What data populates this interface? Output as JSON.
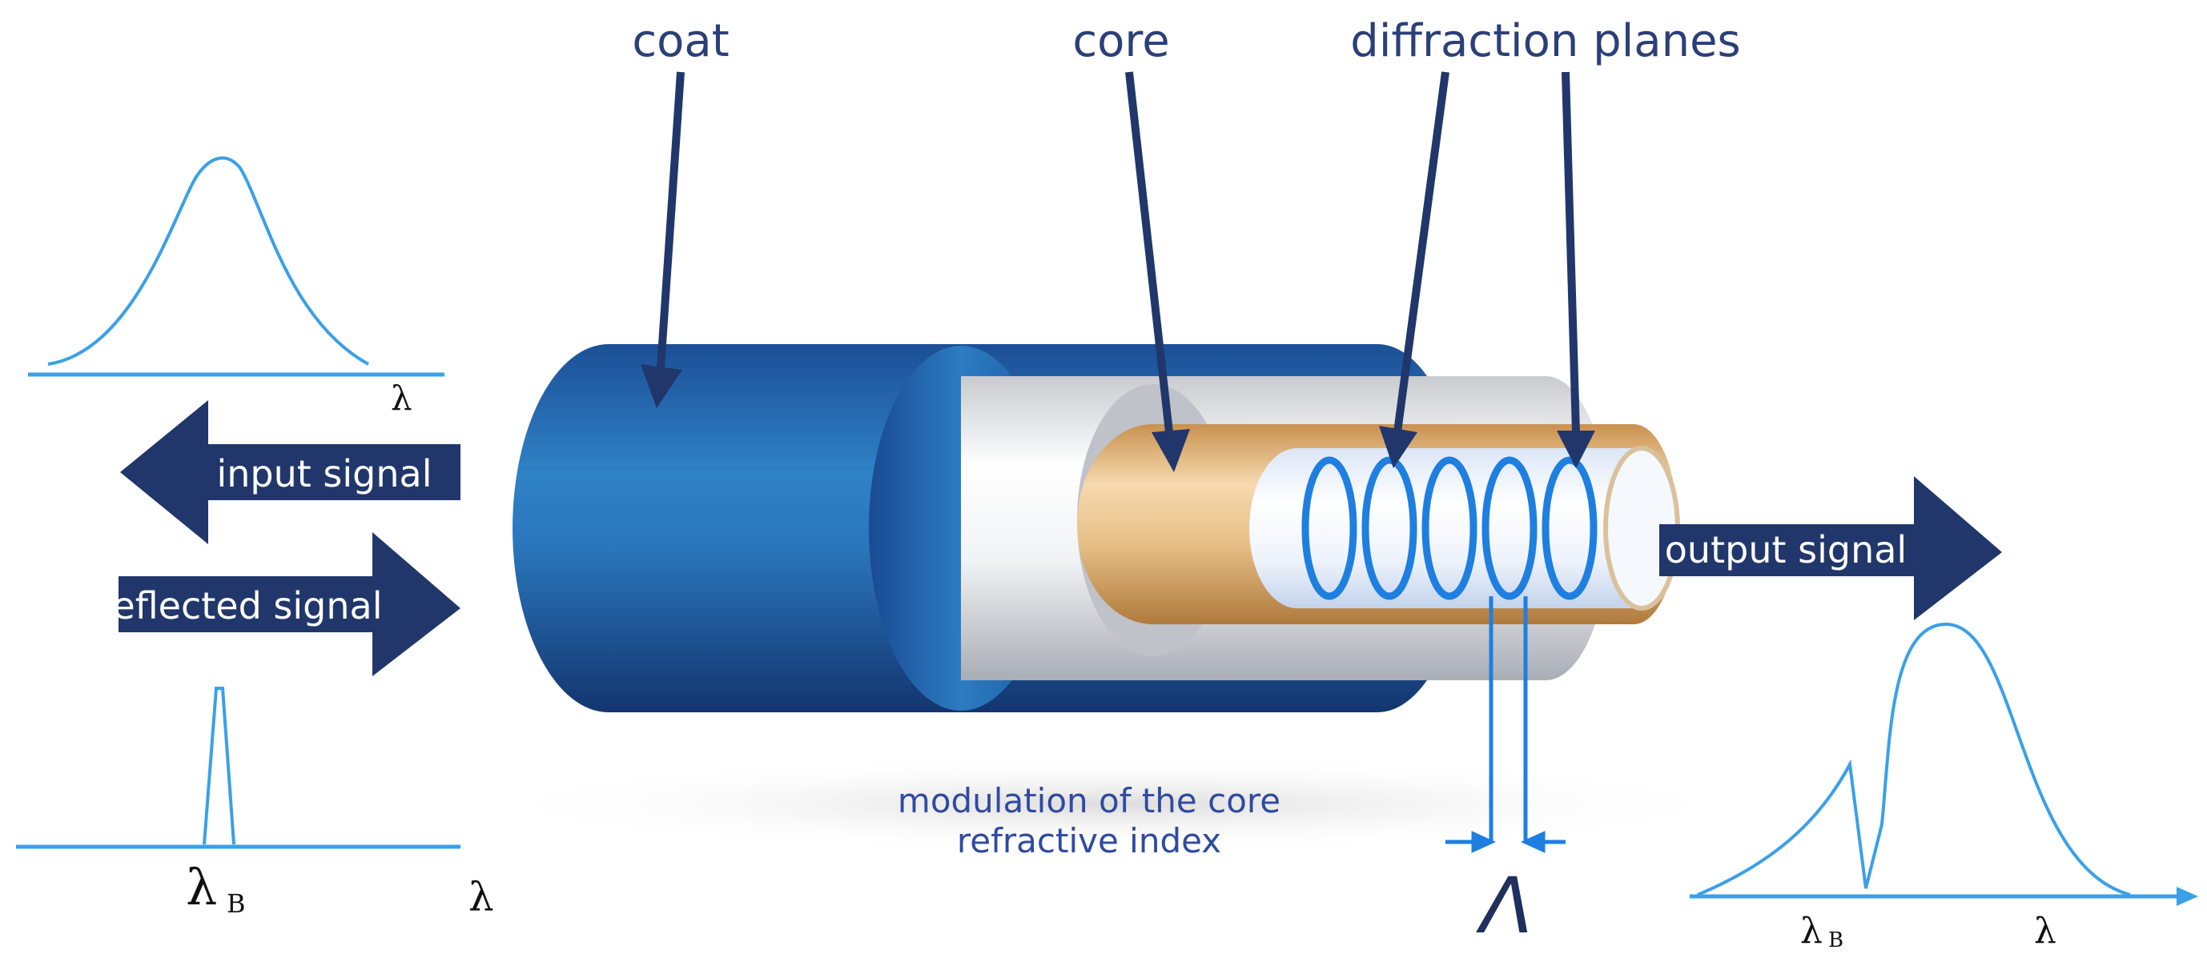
{
  "labels": {
    "coat": "coat",
    "core": "core",
    "diffraction_planes": "diffraction planes",
    "input_signal": "input signal",
    "reflected_signal": "reflected signal",
    "output_signal": "output signal",
    "modulation_line1": "modulation of the core",
    "modulation_line2": "refractive index",
    "period": "Λ",
    "lambda": "λ",
    "lambda_b": "λ",
    "subscript_b": "B"
  },
  "colors": {
    "arrow_fill": "#21376b",
    "coat_blue": "#1f64ad",
    "core_gold": "#e0b47a",
    "grating_blue": "#1e7fe0",
    "spectrum_line": "#3aa0e8"
  }
}
